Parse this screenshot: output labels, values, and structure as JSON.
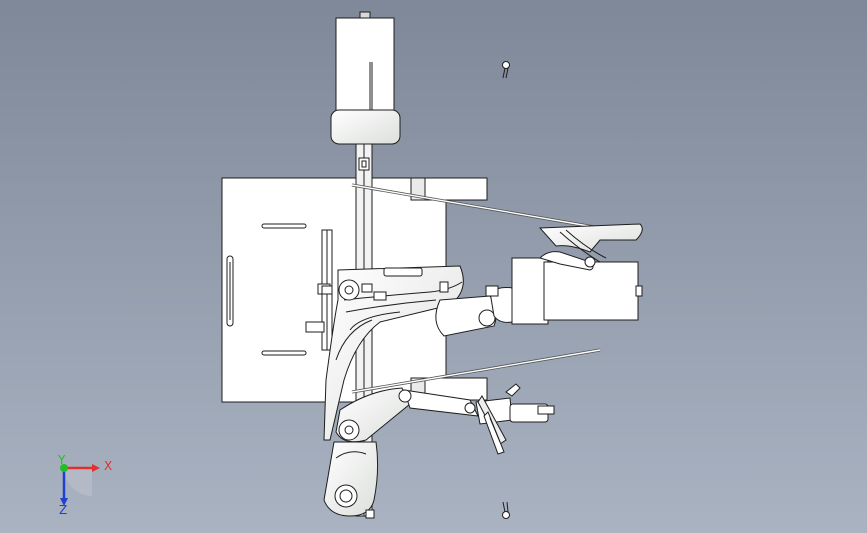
{
  "viewport": {
    "background_top": "#7e8898",
    "background_bottom": "#aab3c2",
    "part_fill": "#ffffff",
    "part_shade": "#e6e8e6",
    "edge_color": "#1e1e1e"
  },
  "triad": {
    "x_label": "X",
    "y_label": "Y",
    "z_label": "Z",
    "x_color": "#e03030",
    "y_color": "#20c020",
    "z_color": "#2040d0"
  }
}
